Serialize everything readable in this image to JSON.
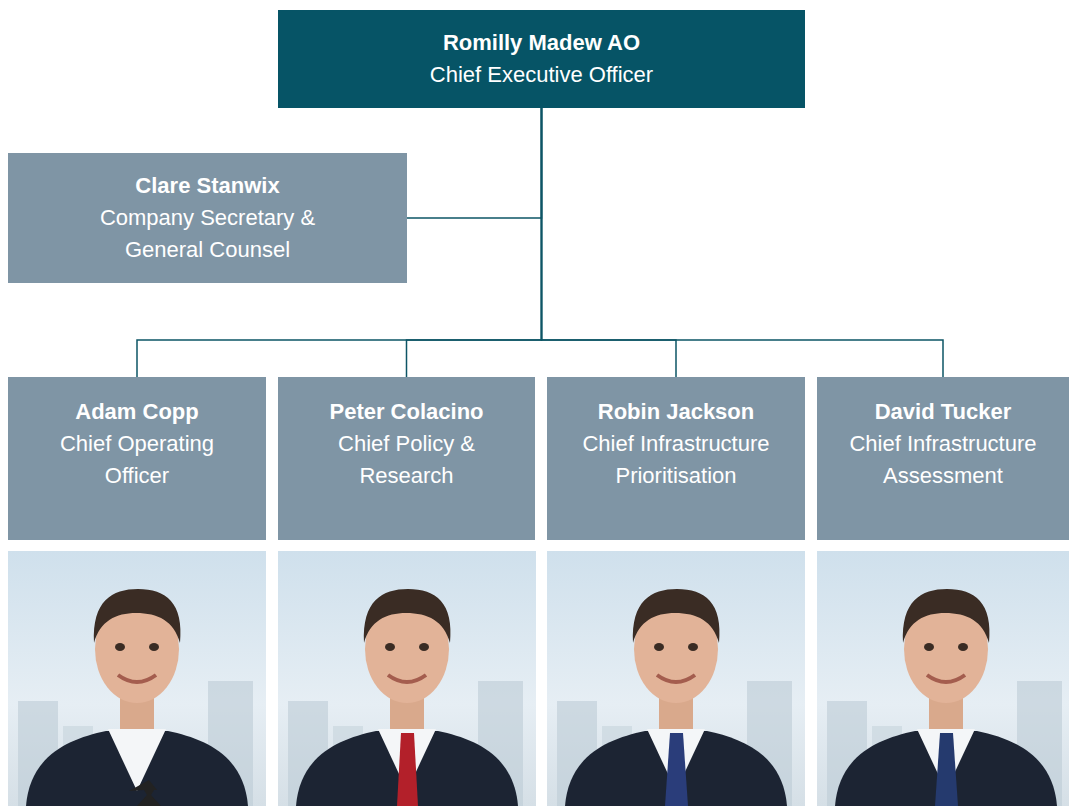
{
  "diagram": {
    "nodes": [
      {
        "text": [
          "Romilly Madew AO",
          "Chief Executive Officer"
        ]
      },
      {
        "text": [
          "Clare Stanwix",
          "Company Secretary & General Counsel"
        ]
      },
      {
        "text": [
          "Adam Copp",
          "Chief Operating Officer"
        ]
      },
      {
        "text": [
          "Peter Colacino",
          "Chief Policy & Research"
        ]
      },
      {
        "text": [
          "Robin Jackson",
          "Chief Infrastructure Prioritisation"
        ]
      },
      {
        "text": [
          "David Tucker",
          "Chief Infrastructure Assessment"
        ]
      }
    ],
    "edges": [
      {
        "from": 0,
        "to": 1,
        "arrow": "none"
      },
      {
        "from": 0,
        "to": 2,
        "arrow": "none"
      },
      {
        "from": 0,
        "to": 3,
        "arrow": "none"
      },
      {
        "from": 0,
        "to": 4,
        "arrow": "none"
      },
      {
        "from": 0,
        "to": 5,
        "arrow": "none"
      }
    ]
  }
}
